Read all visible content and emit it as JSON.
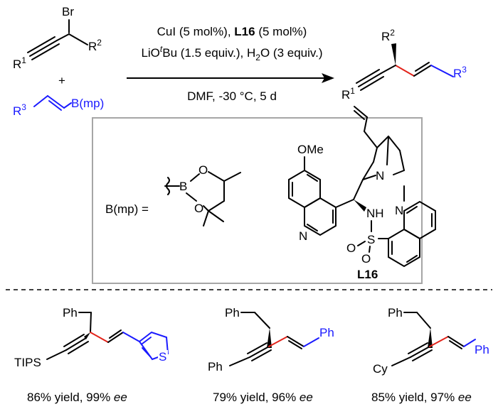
{
  "reactants": {
    "bromide": {
      "br": "Br",
      "r1": "R",
      "r1_sup": "1",
      "r2": "R",
      "r2_sup": "2"
    },
    "plus": "+",
    "boronate": {
      "r3": "R",
      "r3_sup": "3",
      "group": "B(mp)"
    }
  },
  "conditions": {
    "line1_a": "CuI (5 mol%), ",
    "line1_b": "L16",
    "line1_c": " (5 mol%)",
    "line2_a": "LiO",
    "line2_t": "t",
    "line2_b": "Bu (1.5 equiv.), H",
    "line2_sub": "2",
    "line2_c": "O (3 equiv.)",
    "line3": "DMF, -30 °C, 5 d"
  },
  "product": {
    "r1": "R",
    "r1_sup": "1",
    "r2": "R",
    "r2_sup": "2",
    "r3": "R",
    "r3_sup": "3"
  },
  "box": {
    "bmp_label": "B(mp) =",
    "boron": "B",
    "oxygen": "O",
    "ome": "OMe",
    "nitrogen": "N",
    "nh": "NH",
    "sulfur": "S",
    "ligand": "L16"
  },
  "examples": [
    {
      "ph": "Ph",
      "alkyne_sub": "TIPS",
      "aryl": "S",
      "yield_text": "86% yield, 99% ",
      "ee": "ee"
    },
    {
      "ph": "Ph",
      "alkyne_sub": "Ph",
      "aryl": "Ph",
      "yield_text": "79% yield, 96% ",
      "ee": "ee"
    },
    {
      "ph": "Ph",
      "alkyne_sub": "Cy",
      "aryl": "Ph",
      "yield_text": "85% yield, 97% ",
      "ee": "ee"
    }
  ]
}
